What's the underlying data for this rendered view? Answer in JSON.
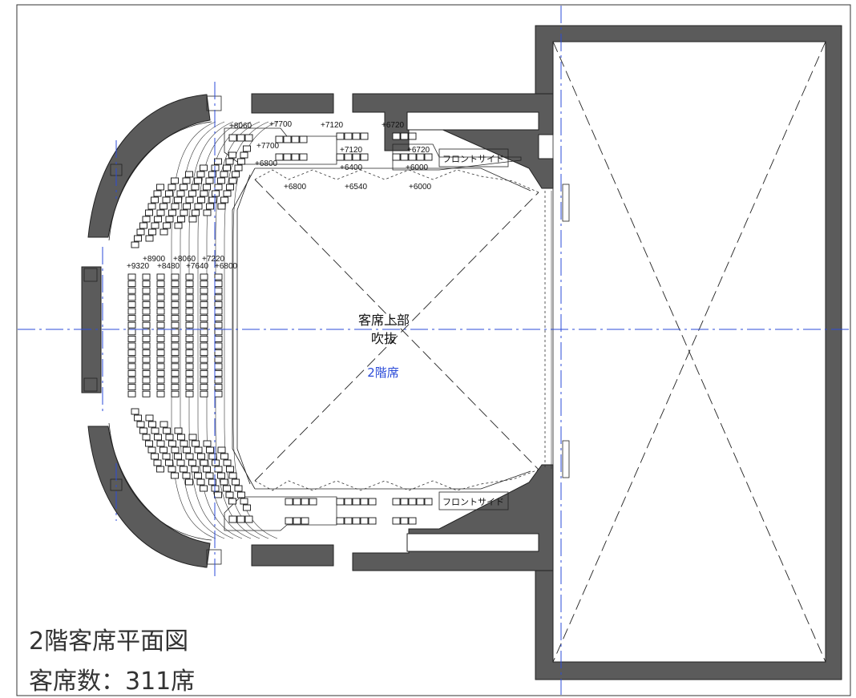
{
  "drawing": {
    "title": "2階客席平面図",
    "seat_count_label": "客席数：311席",
    "center_label_line1": "客席上部",
    "center_label_line2": "吹抜",
    "floor_label": "2階席",
    "front_side_label": "フロントサイド"
  },
  "levels": {
    "upper_outer": [
      "+8060",
      "+7700",
      "+7120",
      "+6720"
    ],
    "upper_inner": [
      "+7700",
      "+7120",
      "+6720"
    ],
    "upper_row2": [
      "+6800",
      "+6400",
      "+6000"
    ],
    "upper_below": [
      "+6800",
      "+6540",
      "+6000"
    ],
    "main_top": [
      "+8900",
      "+8060",
      "+7220"
    ],
    "main_bottom": [
      "+9320",
      "+8480",
      "+7640",
      "+6800"
    ]
  },
  "colors": {
    "wall": "#5b5b5b",
    "axis": "#2b4bd8",
    "line": "#222222"
  }
}
